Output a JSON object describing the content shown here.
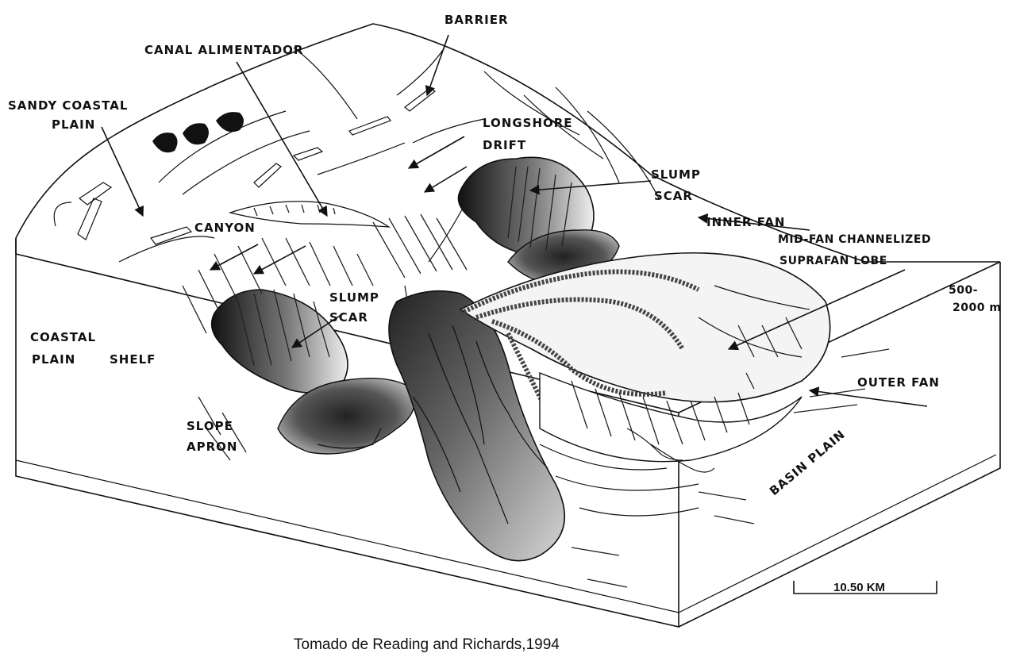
{
  "labels": {
    "barrier": "BARRIER",
    "canal": "CANAL ALIMENTADOR",
    "sandy1": "SANDY COASTAL",
    "sandy2": "PLAIN",
    "longshore1": "LONGSHORE",
    "longshore2": "DRIFT",
    "slump_right1": "SLUMP",
    "slump_right2": "SCAR",
    "canyon": "CANYON",
    "inner_fan": "INNER FAN",
    "midfan": "MID-FAN CHANNELIZED",
    "suprafan": "SUPRAFAN LOBE",
    "depth1": "500-",
    "depth2": "2000 m",
    "slump_left1": "SLUMP",
    "slump_left2": "SCAR",
    "coastal1": "COASTAL",
    "coastal2": "PLAIN",
    "shelf": "SHELF",
    "outer_fan": "OUTER FAN",
    "slope1": "SLOPE",
    "slope2": "APRON",
    "basin_plain": "BASIN PLAIN",
    "scale": "10.50 KM"
  },
  "caption": "Tomado de Reading and Richards,1994"
}
